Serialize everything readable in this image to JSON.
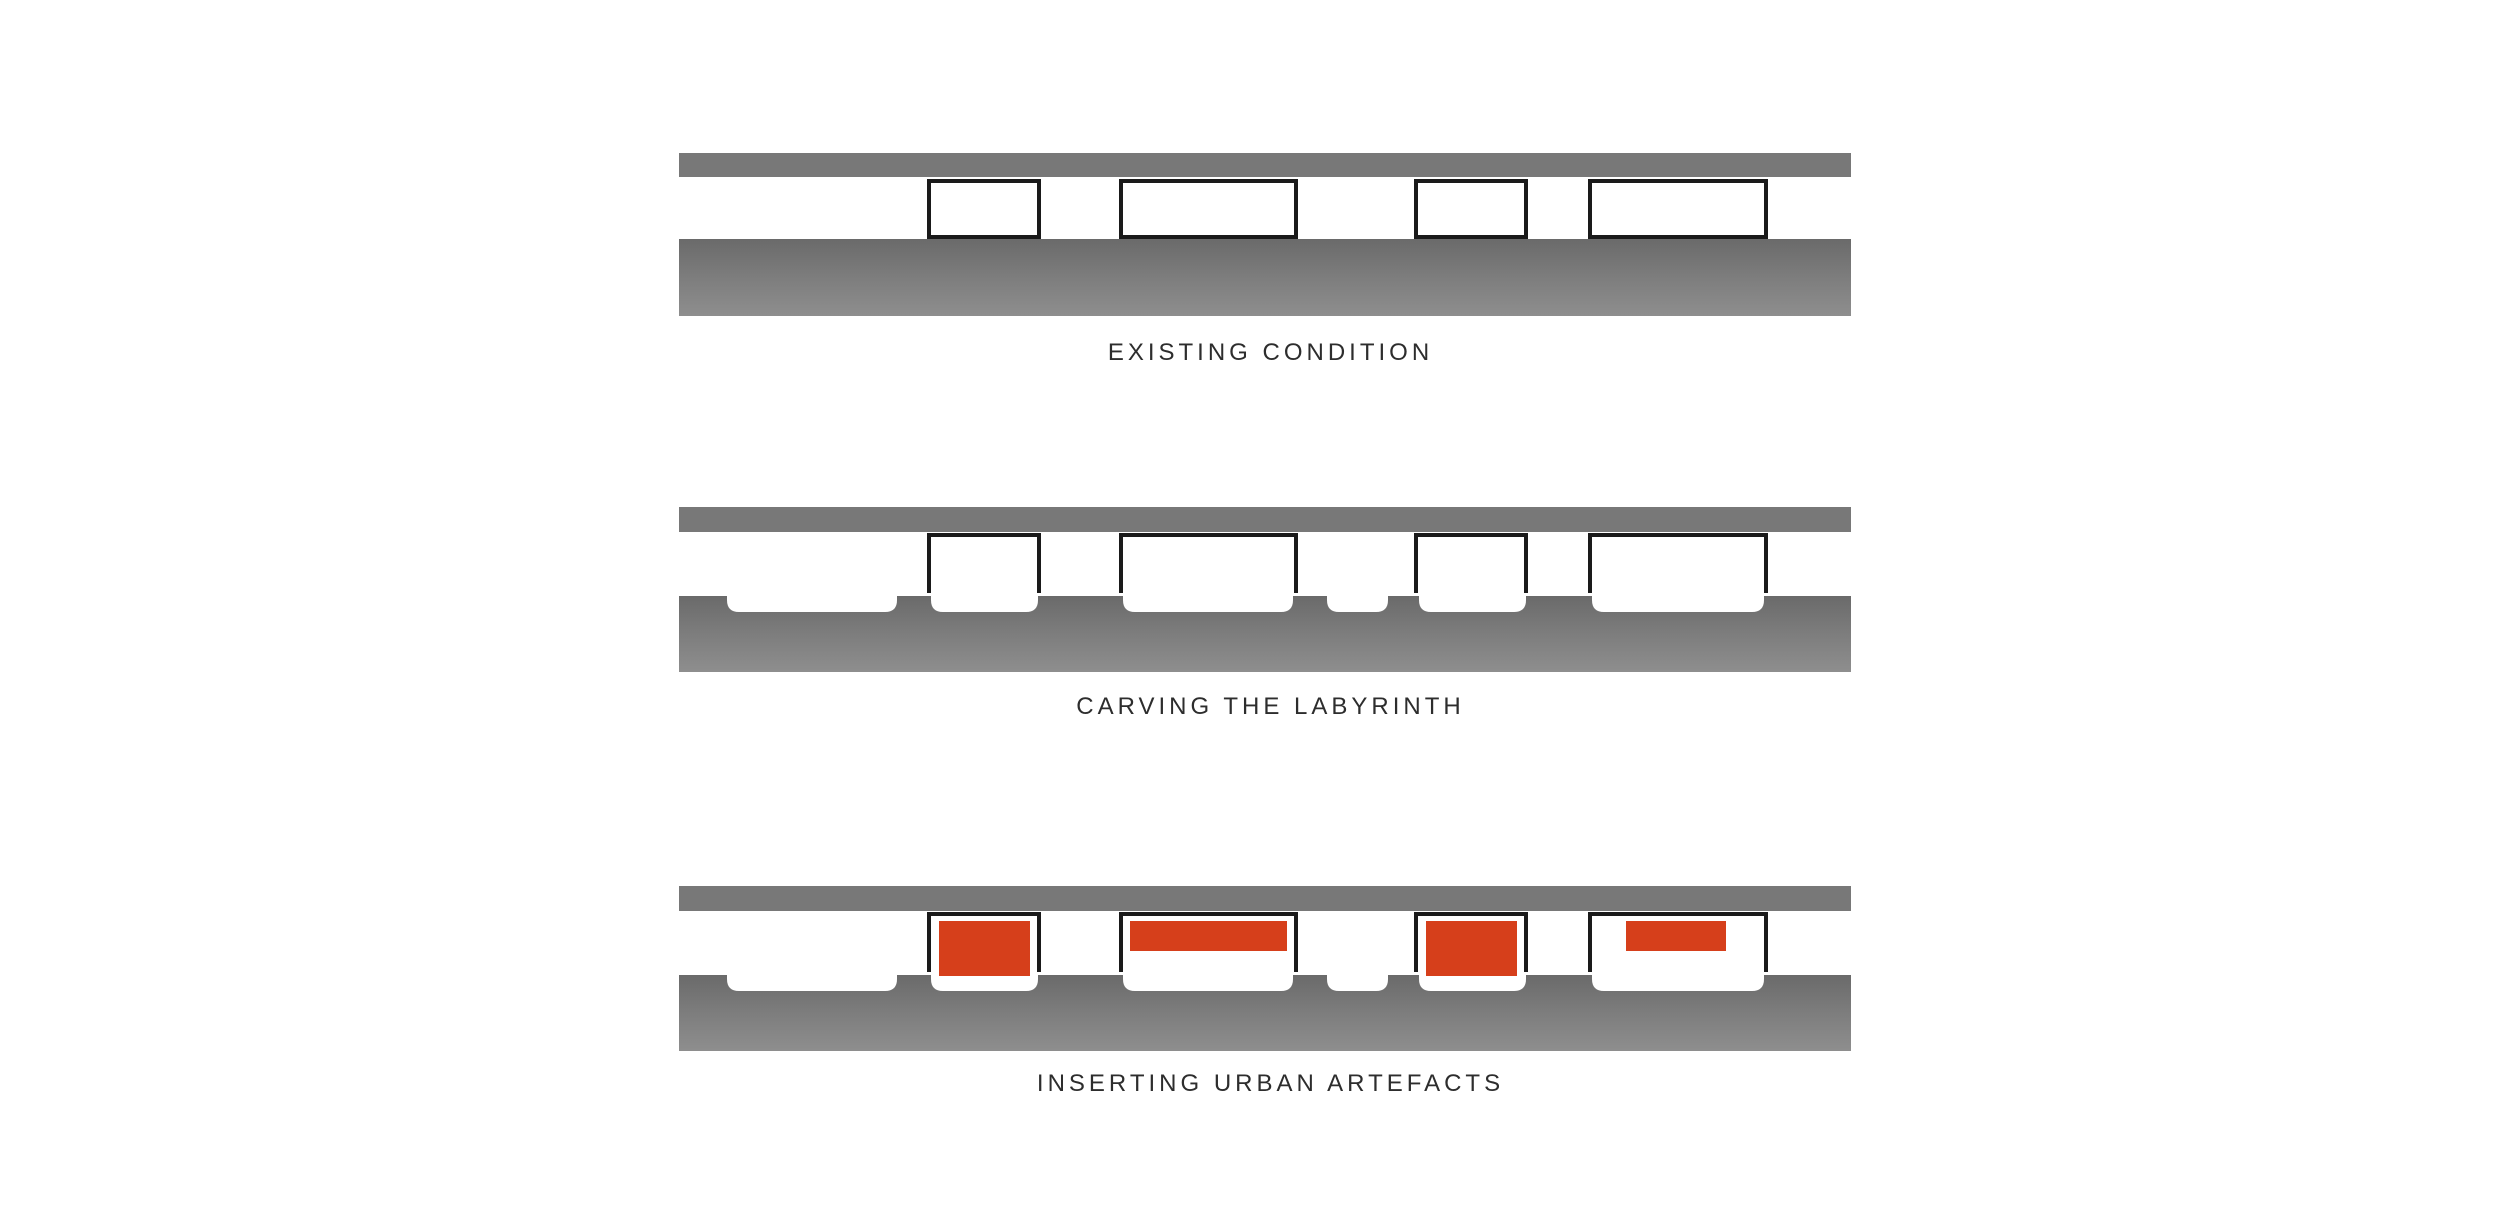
{
  "captions": {
    "existing": "EXISTING CONDITION",
    "carving": "CARVING THE LABYRINTH",
    "inserting": "INSERTING URBAN ARTEFACTS"
  },
  "colors": {
    "background": "#ffffff",
    "roof_slab": "#787878",
    "ground_mass": "#7b7b7b",
    "outline": "#1a1a1a",
    "artefact": "#d63f1b",
    "caption_text": "#2d2d2d"
  },
  "stages": [
    "existing-condition",
    "carving-the-labyrinth",
    "inserting-urban-artefacts"
  ]
}
